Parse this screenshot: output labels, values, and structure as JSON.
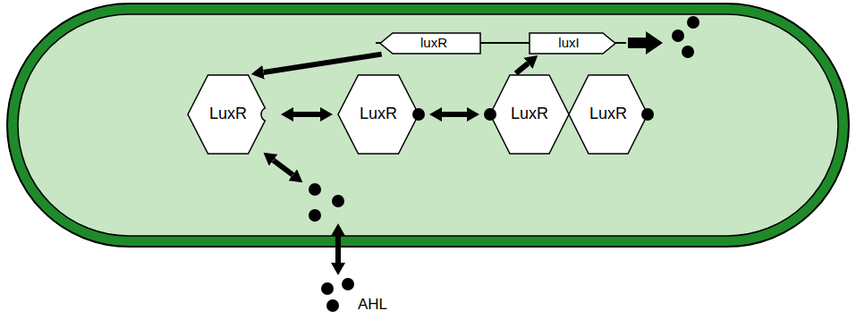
{
  "diagram": {
    "nodes": [
      {
        "text": [
          "luxR"
        ]
      },
      {
        "text": [
          "luxI"
        ]
      },
      {
        "text": [
          "LuxR"
        ]
      },
      {
        "text": [
          "LuxR"
        ]
      },
      {
        "text": [
          "LuxR"
        ]
      },
      {
        "text": [
          "LuxR"
        ]
      }
    ],
    "edges": [
      {
        "from": 0,
        "to": 2,
        "arrow": "to"
      },
      {
        "from": 2,
        "to": 3,
        "arrow": "both"
      },
      {
        "from": 3,
        "to": 4,
        "arrow": "both"
      },
      {
        "from": 4,
        "to": 1,
        "arrow": "to"
      }
    ],
    "labels": [
      "AHL"
    ]
  }
}
